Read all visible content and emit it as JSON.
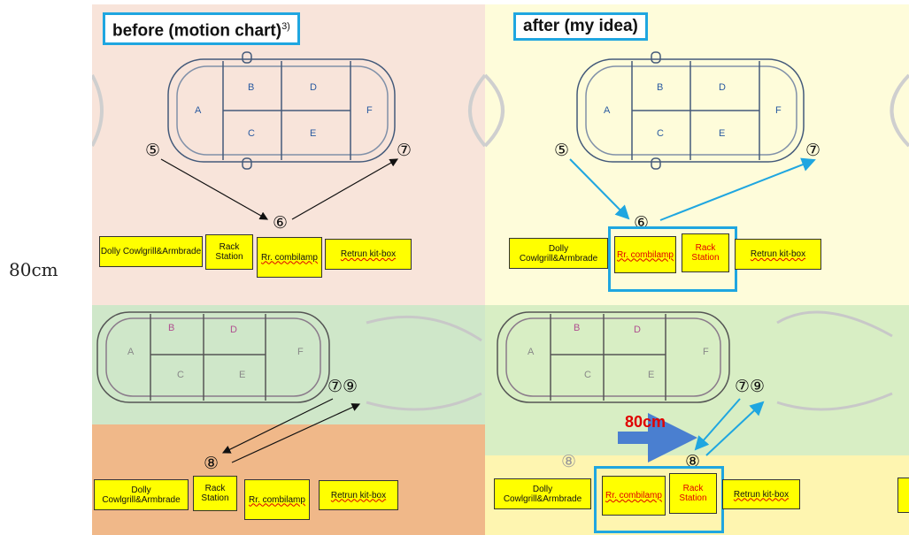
{
  "side_label": "80cm",
  "before": {
    "title": "before (motion chart)",
    "superscript": "3)",
    "car_letters": [
      "A",
      "B",
      "C",
      "D",
      "E",
      "F"
    ],
    "markers": {
      "m5": "⑤",
      "m6": "⑥",
      "m7": "⑦",
      "m79": "⑦⑨",
      "m8": "⑧"
    },
    "top_boxes": [
      "Dolly Cowlgrill&Armbrade",
      "Rack Station",
      "Rr. combilamp",
      "Retrun kit-box"
    ],
    "bottom_boxes": [
      "Dolly Cowlgrill&Armbrade",
      "Rack Station",
      "Rr. combilamp",
      "Retrun kit-box"
    ]
  },
  "after": {
    "title": "after (my idea)",
    "car_letters": [
      "A",
      "B",
      "C",
      "D",
      "E",
      "F"
    ],
    "markers": {
      "m5": "⑤",
      "m6": "⑥",
      "m7": "⑦",
      "m79": "⑦⑨",
      "m8_faded": "⑧",
      "m8": "⑧"
    },
    "distance_label": "80cm",
    "top_boxes": [
      "Dolly Cowlgrill&Armbrade",
      "Rr. combilamp",
      "Rack Station",
      "Retrun kit-box"
    ],
    "bottom_boxes": [
      "Dolly Cowlgrill&Armbrade",
      "Rr. combilamp",
      "Rack Station",
      "Retrun kit-box"
    ]
  },
  "colors": {
    "accent_blue": "#1fa6e0",
    "box_yellow": "#ffff00",
    "highlight_red": "#e00000"
  }
}
